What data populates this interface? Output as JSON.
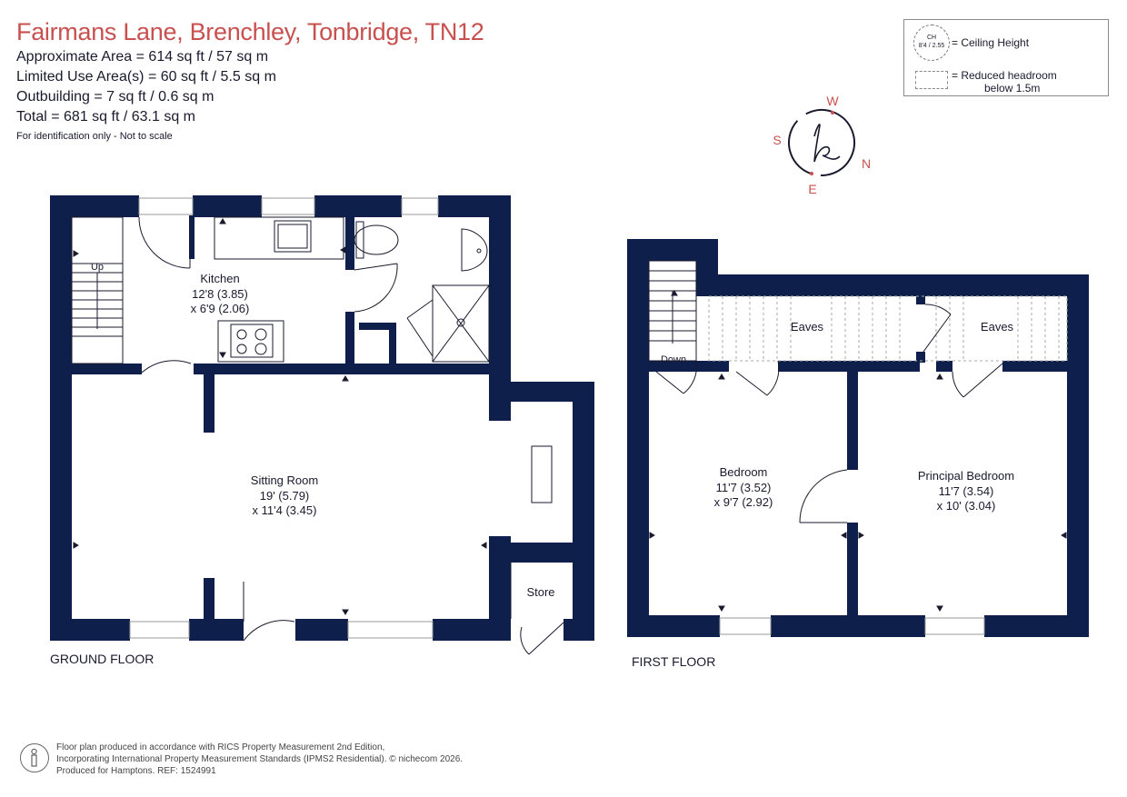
{
  "header": {
    "title": "Fairmans Lane, Brenchley, Tonbridge, TN12",
    "lines": [
      "Approximate Area = 614 sq ft / 57 sq m",
      "Limited Use Area(s) = 60 sq ft / 5.5 sq m",
      "Outbuilding = 7 sq ft / 0.6 sq m",
      "Total = 681 sq ft / 63.1 sq m"
    ],
    "note": "For identification only - Not to scale"
  },
  "legend": {
    "ch_abbr": "CH",
    "ch_sample": "8'4 / 2.55",
    "ch_label": "= Ceiling Height",
    "reduced_label": "= Reduced headroom",
    "reduced_label2": "below 1.5m"
  },
  "compass": {
    "w": "W",
    "s": "S",
    "n": "N",
    "e": "E"
  },
  "colors": {
    "wall": "#0f1f4b",
    "accent": "#c8504f"
  },
  "ground_floor": {
    "label": "GROUND FLOOR",
    "stairs_label": "Up",
    "rooms": {
      "kitchen": {
        "name": "Kitchen",
        "dim1": "12'8 (3.85)",
        "dim2": "x 6'9 (2.06)"
      },
      "sitting": {
        "name": "Sitting Room",
        "dim1": "19' (5.79)",
        "dim2": "x 11'4 (3.45)"
      },
      "store": {
        "name": "Store"
      }
    }
  },
  "first_floor": {
    "label": "FIRST FLOOR",
    "stairs_label": "Down",
    "eaves_1": "Eaves",
    "eaves_2": "Eaves",
    "rooms": {
      "bedroom": {
        "name": "Bedroom",
        "dim1": "11'7 (3.52)",
        "dim2": "x 9'7 (2.92)"
      },
      "principal": {
        "name": "Principal Bedroom",
        "dim1": "11'7 (3.54)",
        "dim2": "x 10' (3.04)"
      }
    }
  },
  "footer": {
    "line1": "Floor plan produced in accordance with RICS Property Measurement 2nd Edition,",
    "line2": "Incorporating International Property Measurement Standards (IPMS2 Residential).  © nichecom 2026.",
    "line3": "Produced for Hamptons.   REF: 1524991"
  }
}
